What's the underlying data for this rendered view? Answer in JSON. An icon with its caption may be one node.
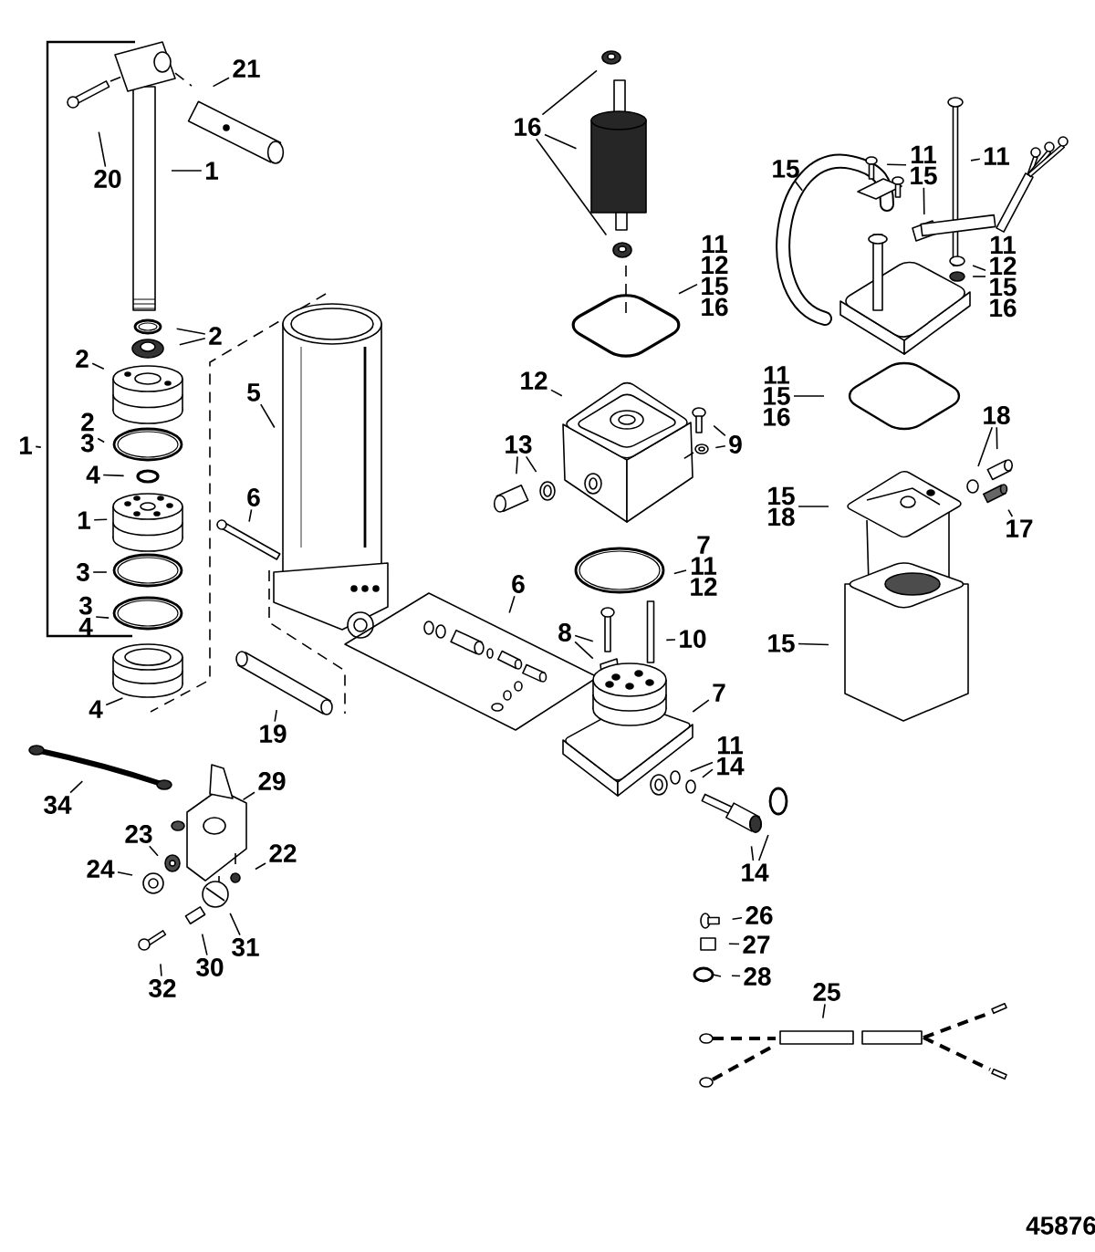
{
  "diagram": {
    "nodes": [
      {
        "text": [
          "21"
        ]
      },
      {
        "text": [
          "20"
        ]
      },
      {
        "text": [
          "1"
        ]
      },
      {
        "text": [
          "16"
        ]
      },
      {
        "text": [
          "15"
        ]
      },
      {
        "text": [
          "11",
          "15"
        ]
      },
      {
        "text": [
          "11"
        ]
      },
      {
        "text": [
          "11",
          "12",
          "15",
          "16"
        ]
      },
      {
        "text": [
          "11",
          "12",
          "15",
          "16"
        ]
      },
      {
        "text": [
          "2"
        ]
      },
      {
        "text": [
          "2"
        ]
      },
      {
        "text": [
          "11",
          "15",
          "16"
        ]
      },
      {
        "text": [
          "12"
        ]
      },
      {
        "text": [
          "2",
          "3"
        ]
      },
      {
        "text": [
          "5"
        ]
      },
      {
        "text": [
          "9"
        ]
      },
      {
        "text": [
          "13"
        ]
      },
      {
        "text": [
          "1"
        ]
      },
      {
        "text": [
          "4"
        ]
      },
      {
        "text": [
          "18"
        ]
      },
      {
        "text": [
          "15",
          "18"
        ]
      },
      {
        "text": [
          "17"
        ]
      },
      {
        "text": [
          "6"
        ]
      },
      {
        "text": [
          "1"
        ]
      },
      {
        "text": [
          "7",
          "11",
          "12"
        ]
      },
      {
        "text": [
          "3"
        ]
      },
      {
        "text": [
          "6"
        ]
      },
      {
        "text": [
          "3",
          "4"
        ]
      },
      {
        "text": [
          "8"
        ]
      },
      {
        "text": [
          "10"
        ]
      },
      {
        "text": [
          "15"
        ]
      },
      {
        "text": [
          "7"
        ]
      },
      {
        "text": [
          "4"
        ]
      },
      {
        "text": [
          "19"
        ]
      },
      {
        "text": [
          "11",
          "14"
        ]
      },
      {
        "text": [
          "29"
        ]
      },
      {
        "text": [
          "34"
        ]
      },
      {
        "text": [
          "23"
        ]
      },
      {
        "text": [
          "22"
        ]
      },
      {
        "text": [
          "24"
        ]
      },
      {
        "text": [
          "14"
        ]
      },
      {
        "text": [
          "31"
        ]
      },
      {
        "text": [
          "26"
        ]
      },
      {
        "text": [
          "30"
        ]
      },
      {
        "text": [
          "32"
        ]
      },
      {
        "text": [
          "27"
        ]
      },
      {
        "text": [
          "28"
        ]
      },
      {
        "text": [
          "25"
        ]
      }
    ],
    "edges": [
      {
        "from": 0,
        "to": null,
        "arrow": "none"
      },
      {
        "from": 1,
        "to": null,
        "arrow": "none"
      },
      {
        "from": 2,
        "to": null,
        "arrow": "none"
      },
      {
        "from": 3,
        "to": null,
        "arrow": "none"
      },
      {
        "from": 3,
        "to": null,
        "arrow": "none"
      },
      {
        "from": 3,
        "to": null,
        "arrow": "none"
      },
      {
        "from": 4,
        "to": null,
        "arrow": "none"
      },
      {
        "from": 5,
        "to": null,
        "arrow": "none"
      },
      {
        "from": 5,
        "to": null,
        "arrow": "none"
      },
      {
        "from": 6,
        "to": null,
        "arrow": "none"
      },
      {
        "from": 7,
        "to": null,
        "arrow": "none"
      },
      {
        "from": 8,
        "to": null,
        "arrow": "none"
      },
      {
        "from": 8,
        "to": null,
        "arrow": "none"
      },
      {
        "from": 9,
        "to": null,
        "arrow": "none"
      },
      {
        "from": 9,
        "to": null,
        "arrow": "none"
      },
      {
        "from": 10,
        "to": null,
        "arrow": "none"
      },
      {
        "from": 11,
        "to": null,
        "arrow": "none"
      },
      {
        "from": 12,
        "to": null,
        "arrow": "none"
      },
      {
        "from": 13,
        "to": null,
        "arrow": "none"
      },
      {
        "from": 14,
        "to": null,
        "arrow": "none"
      },
      {
        "from": 15,
        "to": null,
        "arrow": "none"
      },
      {
        "from": 15,
        "to": null,
        "arrow": "none"
      },
      {
        "from": 16,
        "to": null,
        "arrow": "none"
      },
      {
        "from": 16,
        "to": null,
        "arrow": "none"
      },
      {
        "from": 17,
        "to": null,
        "arrow": "none"
      },
      {
        "from": 18,
        "to": null,
        "arrow": "none"
      },
      {
        "from": 19,
        "to": null,
        "arrow": "none"
      },
      {
        "from": 19,
        "to": null,
        "arrow": "none"
      },
      {
        "from": 20,
        "to": null,
        "arrow": "none"
      },
      {
        "from": 21,
        "to": null,
        "arrow": "none"
      },
      {
        "from": 22,
        "to": null,
        "arrow": "none"
      },
      {
        "from": 23,
        "to": null,
        "arrow": "none"
      },
      {
        "from": 24,
        "to": null,
        "arrow": "none"
      },
      {
        "from": 25,
        "to": null,
        "arrow": "none"
      },
      {
        "from": 26,
        "to": null,
        "arrow": "none"
      },
      {
        "from": 27,
        "to": null,
        "arrow": "none"
      },
      {
        "from": 28,
        "to": null,
        "arrow": "none"
      },
      {
        "from": 28,
        "to": null,
        "arrow": "none"
      },
      {
        "from": 29,
        "to": null,
        "arrow": "none"
      },
      {
        "from": 30,
        "to": null,
        "arrow": "none"
      },
      {
        "from": 31,
        "to": null,
        "arrow": "none"
      },
      {
        "from": 32,
        "to": null,
        "arrow": "none"
      },
      {
        "from": 33,
        "to": null,
        "arrow": "none"
      },
      {
        "from": 34,
        "to": null,
        "arrow": "none"
      },
      {
        "from": 34,
        "to": null,
        "arrow": "none"
      },
      {
        "from": 35,
        "to": null,
        "arrow": "none"
      },
      {
        "from": 36,
        "to": null,
        "arrow": "none"
      },
      {
        "from": 37,
        "to": null,
        "arrow": "none"
      },
      {
        "from": 38,
        "to": null,
        "arrow": "none"
      },
      {
        "from": 39,
        "to": null,
        "arrow": "none"
      },
      {
        "from": 40,
        "to": null,
        "arrow": "none"
      },
      {
        "from": 40,
        "to": null,
        "arrow": "none"
      },
      {
        "from": 41,
        "to": null,
        "arrow": "none"
      },
      {
        "from": 42,
        "to": null,
        "arrow": "none"
      },
      {
        "from": 43,
        "to": null,
        "arrow": "none"
      },
      {
        "from": 44,
        "to": null,
        "arrow": "none"
      },
      {
        "from": 45,
        "to": null,
        "arrow": "none"
      },
      {
        "from": 46,
        "to": null,
        "arrow": "none"
      },
      {
        "from": 47,
        "to": null,
        "arrow": "none"
      }
    ],
    "labels": [
      "45876"
    ]
  }
}
